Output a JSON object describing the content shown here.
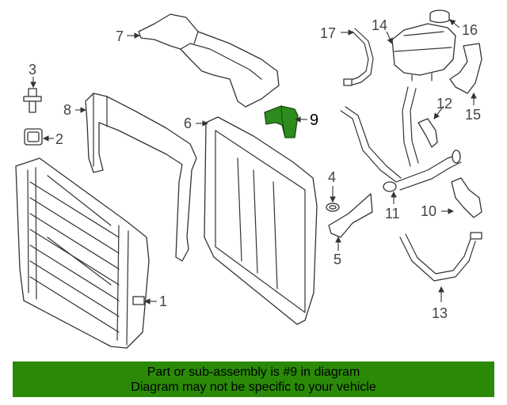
{
  "diagram": {
    "callouts": {
      "c1": "1",
      "c2": "2",
      "c3": "3",
      "c4": "4",
      "c5": "5",
      "c6": "6",
      "c7": "7",
      "c8": "8",
      "c9": "9",
      "c10": "10",
      "c11": "11",
      "c12": "12",
      "c13": "13",
      "c14": "14",
      "c15": "15",
      "c16": "16",
      "c17": "17"
    },
    "highlighted_part": "9",
    "highlight_color": "#2e8b1e"
  },
  "footer": {
    "line1": "Part or sub-assembly is #9 in diagram",
    "line2": "Diagram may not be specific to your vehicle",
    "background": "#2a8a08"
  }
}
